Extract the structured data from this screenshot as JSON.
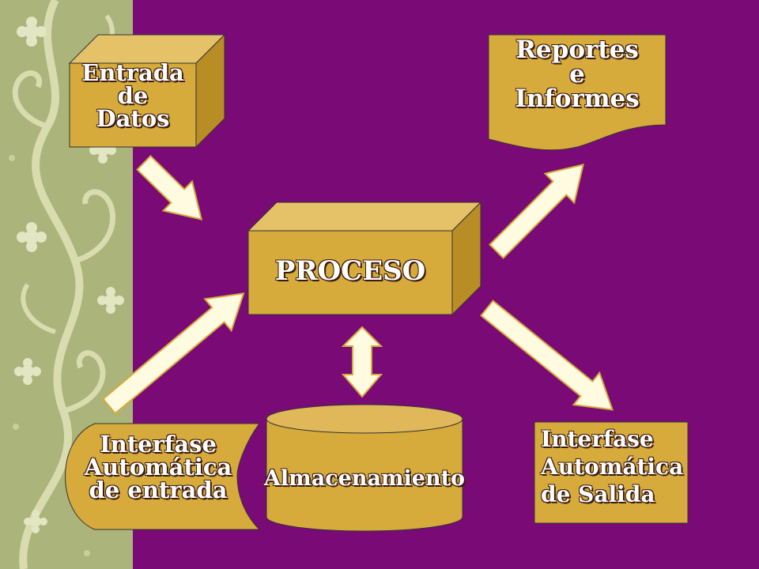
{
  "colors": {
    "background": "#7a0a76",
    "border_panel": "#b4bc83",
    "box_fill": "#d6ab3c",
    "box_side": "#b98d25",
    "box_top": "#e5c167",
    "arrow_fill": "#fffbe0",
    "arrow_stroke": "#d6ab3c",
    "text": "#ffffff"
  },
  "nodes": {
    "entrada": {
      "line1": "Entrada",
      "line2": "de",
      "line3": "Datos"
    },
    "reportes": {
      "line1": "Reportes",
      "line2": "e",
      "line3": "Informes"
    },
    "proceso": {
      "label": "PROCESO"
    },
    "interfase_entrada": {
      "line1": "Interfase",
      "line2": "Automática",
      "line3": "de entrada"
    },
    "almacenamiento": {
      "label": "Almacenamiento"
    },
    "interfase_salida": {
      "line1": "Interfase",
      "line2": "Automática",
      "line3": "de Salida"
    }
  },
  "icons": [
    "flower-icon",
    "vine-swirl-icon"
  ]
}
